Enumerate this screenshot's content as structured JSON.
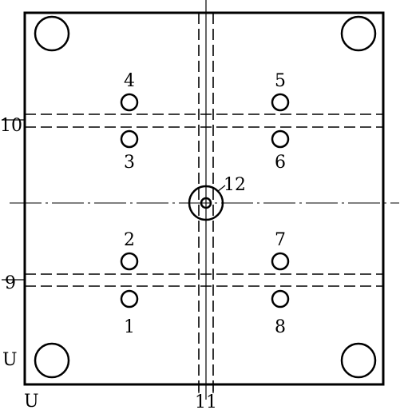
{
  "labels": {
    "hole_1": "1",
    "hole_2": "2",
    "hole_3": "3",
    "hole_4": "4",
    "hole_5": "5",
    "hole_6": "6",
    "hole_7": "7",
    "hole_8": "8",
    "line_9": "9",
    "line_10": "10",
    "line_11": "11",
    "center_12": "12",
    "corner_u_left": "U",
    "corner_u_bottom": "U"
  }
}
